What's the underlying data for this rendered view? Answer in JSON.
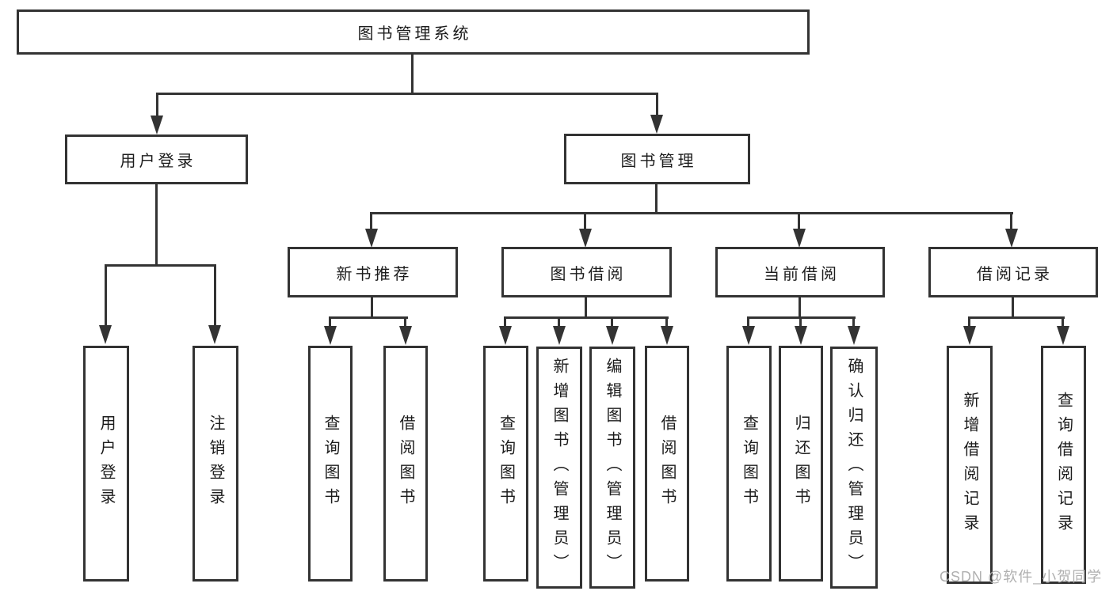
{
  "tree": {
    "label": "图书管理系统",
    "children": [
      {
        "label": "用户登录",
        "children": [
          {
            "label": "用户登录"
          },
          {
            "label": "注销登录"
          }
        ]
      },
      {
        "label": "图书管理",
        "children": [
          {
            "label": "新书推荐",
            "children": [
              {
                "label": "查询图书"
              },
              {
                "label": "借阅图书"
              }
            ]
          },
          {
            "label": "图书借阅",
            "children": [
              {
                "label": "查询图书"
              },
              {
                "label": "新增图书（管理员）"
              },
              {
                "label": "编辑图书（管理员）"
              },
              {
                "label": "借阅图书"
              }
            ]
          },
          {
            "label": "当前借阅",
            "children": [
              {
                "label": "查询图书"
              },
              {
                "label": "归还图书"
              },
              {
                "label": "确认归还（管理员）"
              }
            ]
          },
          {
            "label": "借阅记录",
            "children": [
              {
                "label": "新增借阅记录"
              },
              {
                "label": "查询借阅记录"
              }
            ]
          }
        ]
      }
    ]
  },
  "watermark": {
    "text": "CSDN @软件_小贺同学"
  },
  "colors": {
    "line": "#333333",
    "box_border": "#333333",
    "box_fill": "#ffffff",
    "text": "#1c1c1c",
    "watermark": "#b0b0b0"
  }
}
